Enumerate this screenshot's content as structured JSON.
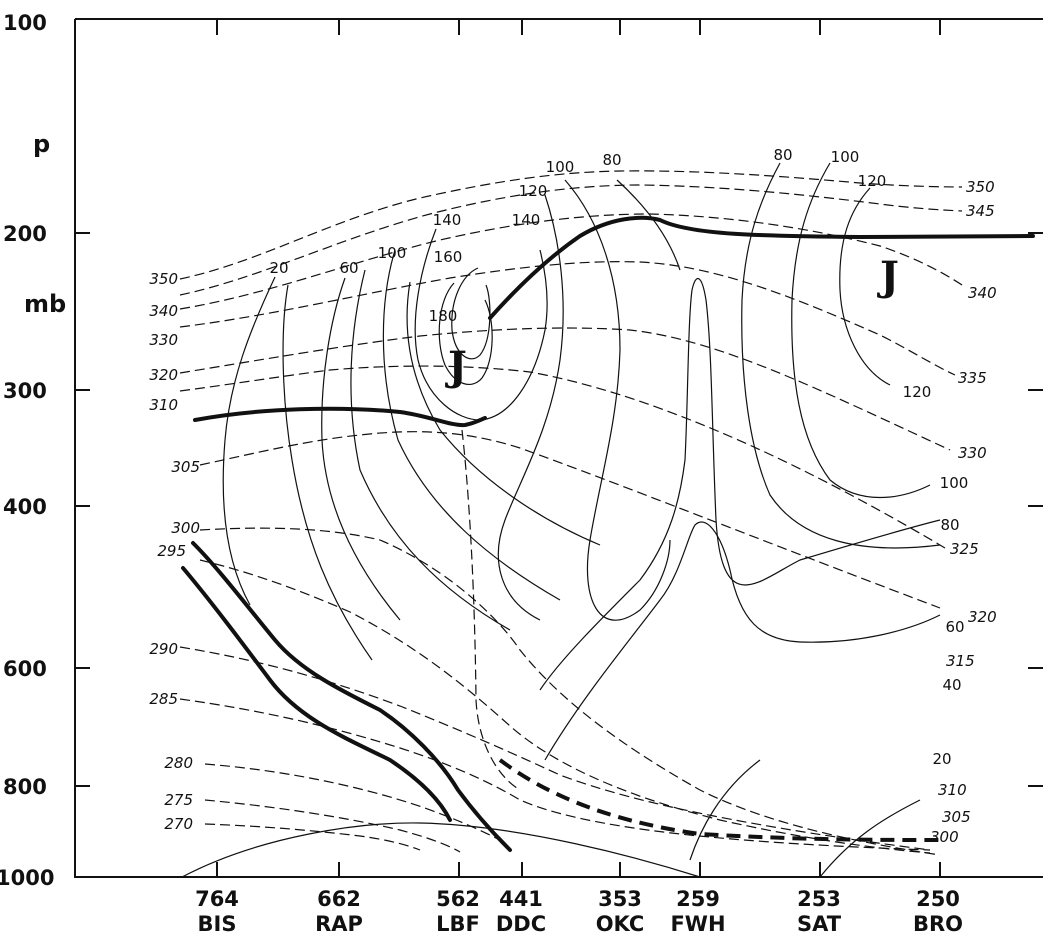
{
  "axis": {
    "title_top": "p",
    "title_bottom": "mb",
    "pressure_ticks": [
      "100",
      "200",
      "300",
      "400",
      "600",
      "800",
      "1000"
    ]
  },
  "stations": [
    {
      "number": "764",
      "code": "BIS"
    },
    {
      "number": "662",
      "code": "RAP"
    },
    {
      "number": "562",
      "code": "LBF"
    },
    {
      "number": "441",
      "code": "DDC"
    },
    {
      "number": "353",
      "code": "OKC"
    },
    {
      "number": "259",
      "code": "FWH"
    },
    {
      "number": "253",
      "code": "SAT"
    },
    {
      "number": "250",
      "code": "BRO"
    }
  ],
  "isentrope_labels": {
    "left": [
      "350",
      "340",
      "330",
      "320",
      "310",
      "305",
      "300",
      "295",
      "290",
      "285",
      "280",
      "275",
      "270"
    ],
    "right": [
      "350",
      "345",
      "340",
      "335",
      "330",
      "325",
      "320",
      "315",
      "310",
      "305",
      "300"
    ]
  },
  "isotach_labels": {
    "west": [
      "20",
      "60",
      "100",
      "140",
      "160",
      "180",
      "140",
      "120",
      "100",
      "80"
    ],
    "east": [
      "80",
      "100",
      "120",
      "120",
      "100",
      "80",
      "60",
      "40",
      "20"
    ]
  },
  "jet_symbol": "J",
  "colors": {
    "ink": "#111111",
    "background": "#ffffff"
  }
}
